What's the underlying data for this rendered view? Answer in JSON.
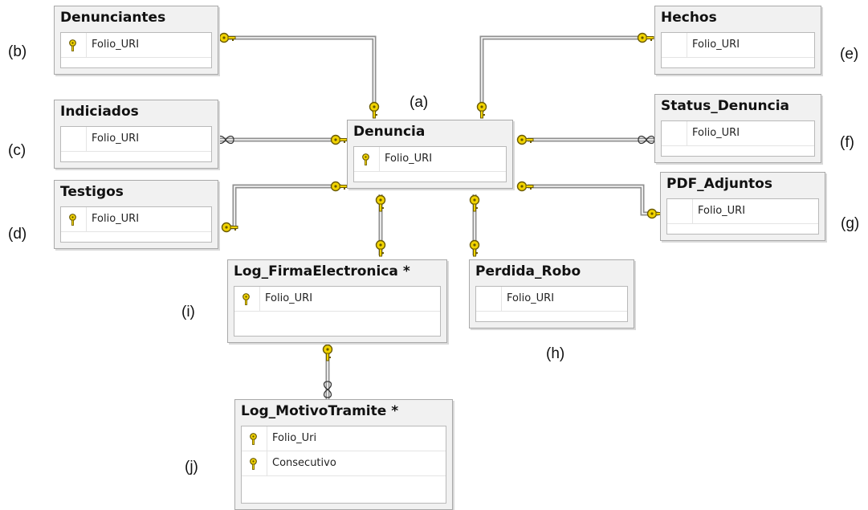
{
  "tables": {
    "denunciantes": {
      "title": "Denunciantes",
      "fields": [
        "Folio_URI"
      ]
    },
    "indiciados": {
      "title": "Indiciados",
      "fields": [
        "Folio_URI"
      ]
    },
    "testigos": {
      "title": "Testigos",
      "fields": [
        "Folio_URI"
      ]
    },
    "denuncia": {
      "title": "Denuncia",
      "fields": [
        "Folio_URI"
      ]
    },
    "hechos": {
      "title": "Hechos",
      "fields": [
        "Folio_URI"
      ]
    },
    "status_denuncia": {
      "title": "Status_Denuncia",
      "fields": [
        "Folio_URI"
      ]
    },
    "pdf_adjuntos": {
      "title": "PDF_Adjuntos",
      "fields": [
        "Folio_URI"
      ]
    },
    "log_firma": {
      "title": "Log_FirmaElectronica *",
      "fields": [
        "Folio_URI"
      ]
    },
    "perdida_robo": {
      "title": "Perdida_Robo",
      "fields": [
        "Folio_URI"
      ]
    },
    "log_motivo": {
      "title": "Log_MotivoTramite *",
      "fields": [
        "Folio_Uri",
        "Consecutivo"
      ]
    }
  },
  "labels": {
    "a": "(a)",
    "b": "(b)",
    "c": "(c)",
    "d": "(d)",
    "e": "(e)",
    "f": "(f)",
    "g": "(g)",
    "h": "(h)",
    "i": "(i)",
    "j": "(j)"
  },
  "colors": {
    "key_fill": "#f2d400",
    "key_stroke": "#6a5a00",
    "line": "#8f8f8f"
  }
}
